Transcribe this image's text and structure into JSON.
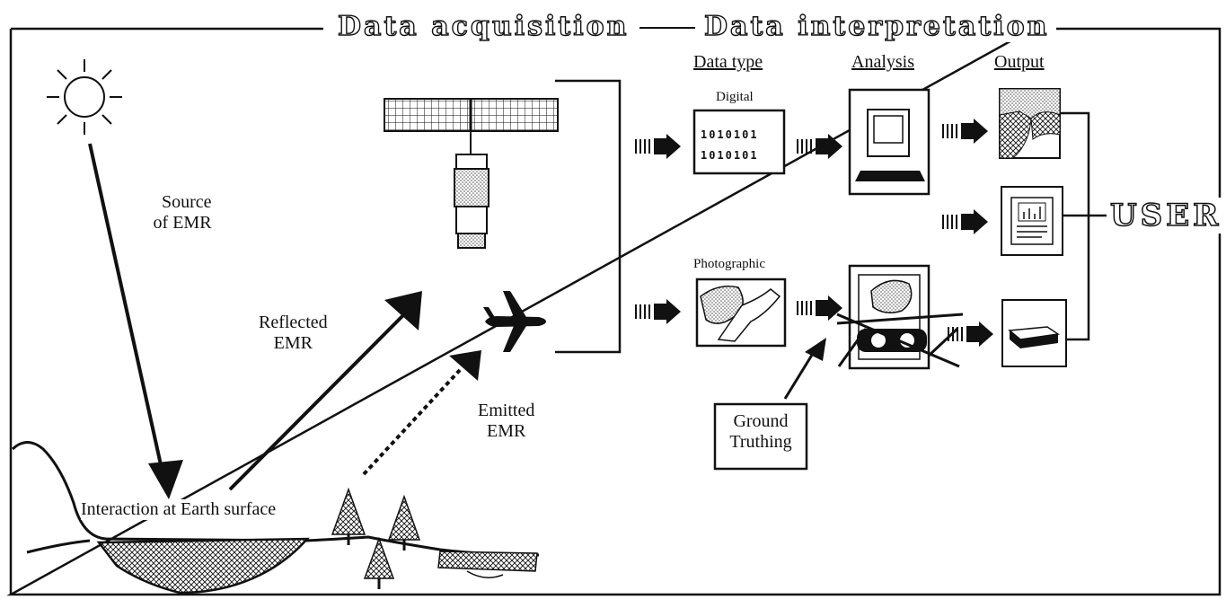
{
  "headers": {
    "acquisition": "Data    acquisition",
    "interpretation": "Data   interpretation"
  },
  "columns": {
    "data_type": "Data type",
    "analysis": "Analysis",
    "output": "Output"
  },
  "labels": {
    "source_line1": "Source",
    "source_line2": "of EMR",
    "reflected_line1": "Reflected",
    "reflected_line2": "EMR",
    "emitted_line1": "Emitted",
    "emitted_line2": "EMR",
    "interaction": "Interaction at Earth surface",
    "digital": "Digital",
    "digital_bits_row1": "1010101",
    "digital_bits_row2": "1010101",
    "photographic": "Photographic",
    "ground_line1": "Ground",
    "ground_line2": "Truthing",
    "user": "USER"
  },
  "icons": [
    "sun-icon",
    "satellite-icon",
    "airplane-icon",
    "tree-icon",
    "computer-icon",
    "stereoscope-icon",
    "map-output-icon",
    "chart-report-icon",
    "book-icon",
    "photo-icon"
  ],
  "colors": {
    "ink": "#111111",
    "paper": "#ffffff"
  }
}
